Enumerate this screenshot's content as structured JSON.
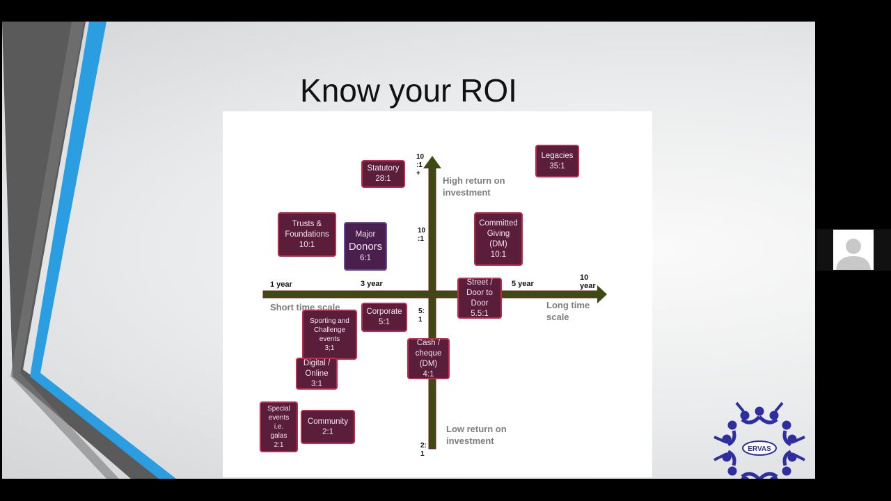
{
  "slide": {
    "title": "Know your ROI",
    "brand_color": "#2e2f9e",
    "box_color": "#5a1e3a",
    "box_border_color": "#c42a48",
    "axis_color": "#3d4a12"
  },
  "diagram": {
    "y_ticks": {
      "top": "10\n:1\n+",
      "upper_mid": "10\n:1",
      "lower_mid": "5:\n1",
      "bottom": "2:\n1"
    },
    "x_ticks": {
      "t1": "1 year",
      "t3": "3 year",
      "t5": "5 year",
      "t10": "10\nyear"
    },
    "labels": {
      "high_return": "High return on\ninvestment",
      "low_return": "Low return on\ninvestment",
      "short_time": "Short time scale",
      "long_time": "Long time\nscale"
    },
    "boxes": {
      "statutory": "Statutory\n28:1",
      "legacies": "Legacies\n35:1",
      "trusts": "Trusts &\nFoundations\n10:1",
      "major_top": "Major",
      "major_big": "Donors",
      "major_ratio": "6:1",
      "committed": "Committed\nGiving\n(DM)\n10:1",
      "street": "Street /\nDoor to\nDoor\n5.5:1",
      "corporate": "Corporate\n5:1",
      "sporting": "Sporting and\nChallenge\nevents\n3;1",
      "digital": "Digital /\nOnline\n3:1",
      "cash": "Cash /\ncheque\n(DM)\n4:1",
      "special": "Special\nevents\ni.e.\ngalas\n2:1",
      "community": "Community\n2:1"
    }
  },
  "logo": {
    "text": "ERVAS",
    "icon": "people-circle-logo-icon"
  },
  "participant": {
    "icon": "user-avatar-icon"
  }
}
